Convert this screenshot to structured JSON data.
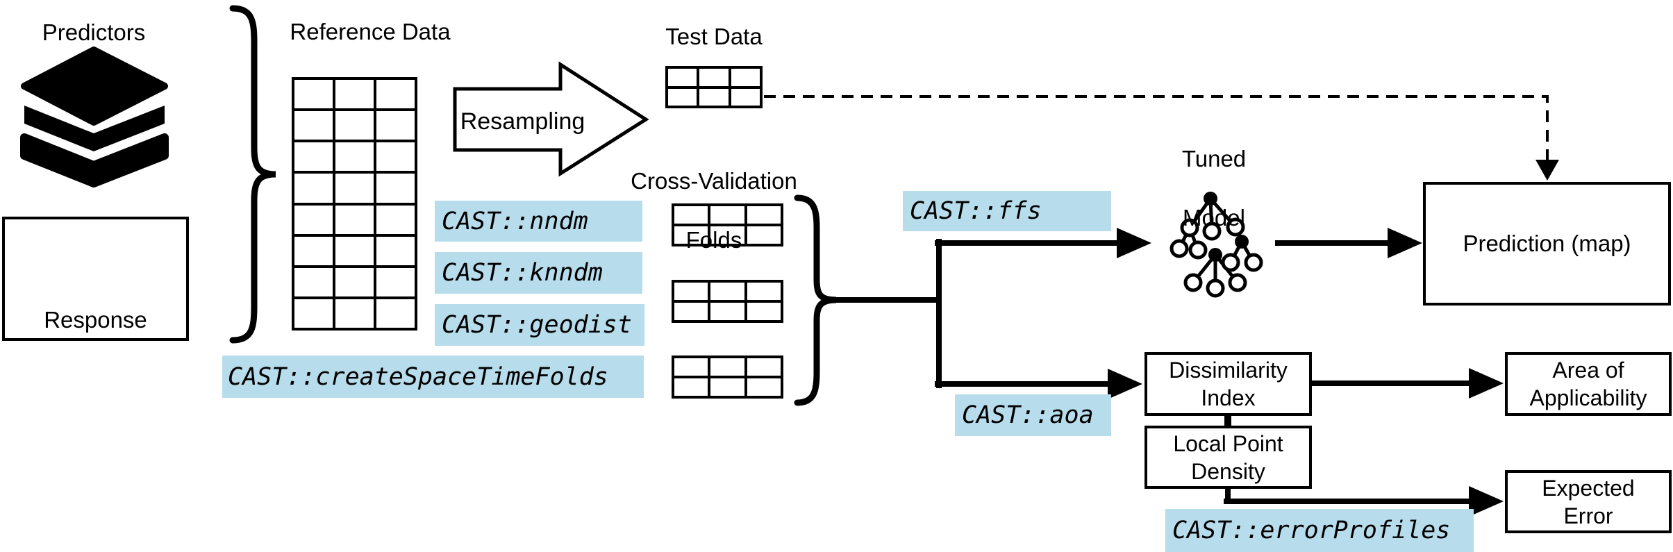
{
  "colors": {
    "highlight_blue": "#B7DCEB",
    "ink": "#000000",
    "background": "#FFFFFF"
  },
  "nodes": {
    "predictors": {
      "label": "Predictors",
      "icon": "layers-icon"
    },
    "response": {
      "label": "Response",
      "icon": "scatter-dots-icon"
    },
    "reference_data": {
      "label": "Reference Data"
    },
    "resampling": {
      "label": "Resampling"
    },
    "test_data": {
      "label": "Test Data"
    },
    "cv_folds": {
      "label_line1": "Cross-Validation",
      "label_line2": "Folds"
    },
    "tuned_model": {
      "label_line1": "Tuned",
      "label_line2": "Model",
      "icon": "decision-tree-icon"
    },
    "prediction": {
      "label": "Prediction (map)"
    },
    "dissimilarity_index": {
      "label_line1": "Dissimilarity",
      "label_line2": "Index"
    },
    "local_point_density": {
      "label_line1": "Local Point",
      "label_line2": "Density"
    },
    "area_of_applicability": {
      "label_line1": "Area of",
      "label_line2": "Applicability"
    },
    "expected_error": {
      "label_line1": "Expected",
      "label_line2": "Error"
    }
  },
  "function_labels": {
    "nndm": "CAST::nndm",
    "knndm": "CAST::knndm",
    "geodist": "CAST::geodist",
    "create_space_time_folds": "CAST::createSpaceTimeFolds",
    "ffs": "CAST::ffs",
    "aoa": "CAST::aoa",
    "error_profiles": "CAST::errorProfiles"
  }
}
